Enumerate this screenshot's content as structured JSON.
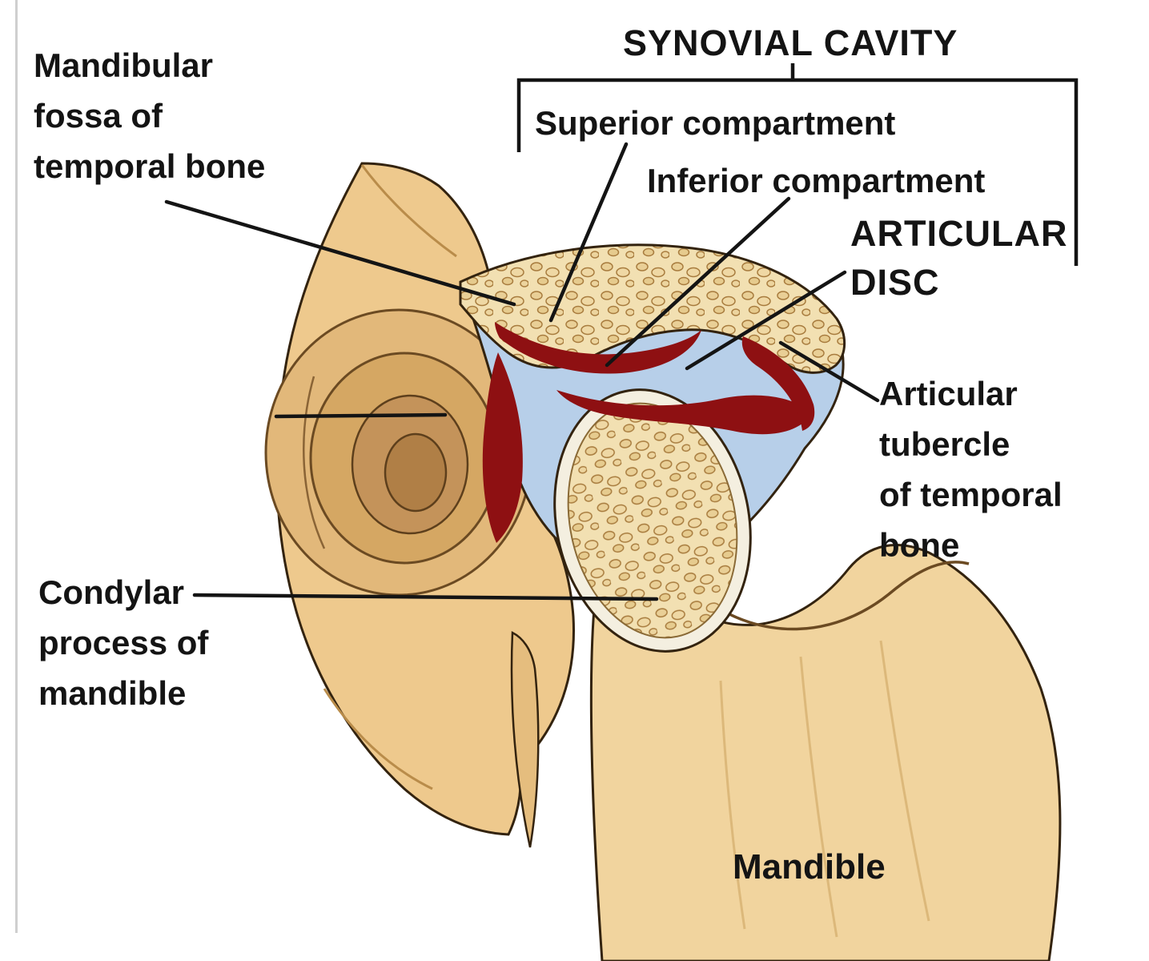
{
  "figure": {
    "title": "Temporomandibular joint diagram",
    "labels": {
      "mandibular_fossa": "Mandibular\nfossa of\ntemporal bone",
      "synovial_cavity": "SYNOVIAL CAVITY",
      "superior_compartment": "Superior compartment",
      "inferior_compartment": "Inferior compartment",
      "articular_disc": "ARTICULAR\nDISC",
      "articular_tubercle": "Articular\ntubercle\nof temporal\nbone",
      "condylar_process": "Condylar\nprocess of\nmandible",
      "mandible": "Mandible"
    },
    "colors": {
      "bone": "#eec98d",
      "bone_light": "#f1d49e",
      "bone_dark": "#dcab67",
      "synovial_blue": "#b7cfe9",
      "cavity_red": "#8e1012",
      "outline": "#33230f",
      "label_text": "#141414"
    }
  }
}
